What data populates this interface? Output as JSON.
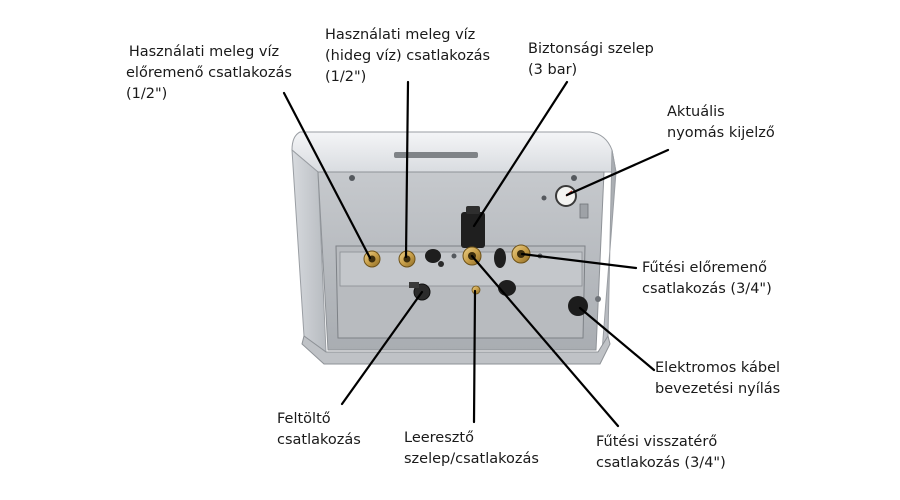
{
  "labels": {
    "dhw_flow": [
      "Használati meleg víz",
      "előremenő csatlakozás",
      "(1/2\")"
    ],
    "dhw_cold": [
      "Használati meleg víz",
      "(hideg víz) csatlakozás",
      "(1/2\")"
    ],
    "safety_valve": [
      "Biztonsági szelep",
      "(3 bar)"
    ],
    "pressure_gauge": [
      "Aktuális",
      "nyomás kijelző"
    ],
    "heating_flow": [
      "Fűtési előremenő",
      "csatlakozás (3/4\")"
    ],
    "cable_inlet": [
      "Elektromos kábel",
      "bevezetési nyílás"
    ],
    "filling": [
      "Feltöltő",
      "csatlakozás"
    ],
    "drain": [
      "Leeresztő",
      "szelep/csatlakozás"
    ],
    "heating_return": [
      "Fűtési visszatérő",
      "csatlakozás (3/4\")"
    ]
  },
  "colors": {
    "leader_line": "#000000",
    "brass": "#c9a04a",
    "housing_light": "#e4e6e9",
    "housing_dark": "#a7abb0",
    "panel": "#b5b8bc"
  }
}
